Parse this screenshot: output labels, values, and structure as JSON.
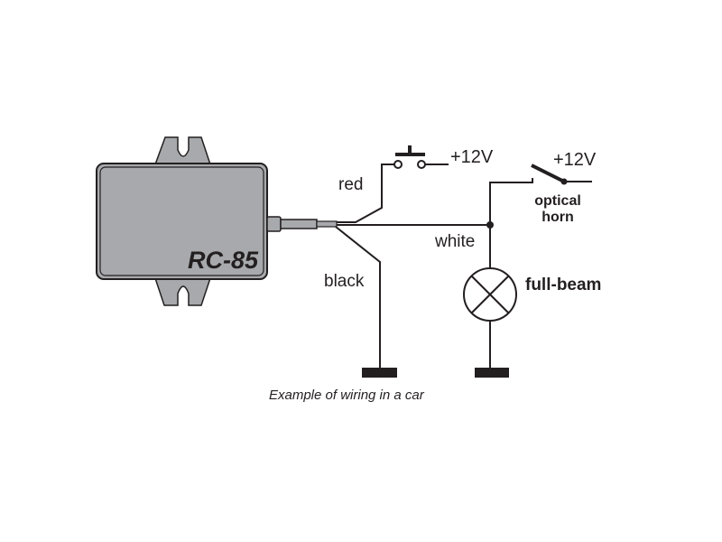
{
  "diagram": {
    "caption": "Example of wiring in a car",
    "device": {
      "model_label": "RC-85",
      "body_color": "#a7a9ac",
      "outline_color": "#231f20"
    },
    "wires": {
      "red": "red",
      "white": "white",
      "black": "black"
    },
    "components": {
      "push_button_supply": "+12V",
      "switch_supply": "+12V",
      "switch_label_line1": "optical",
      "switch_label_line2": "horn",
      "lamp_label": "full-beam"
    },
    "colors": {
      "ink": "#231f20",
      "background": "#ffffff"
    }
  }
}
